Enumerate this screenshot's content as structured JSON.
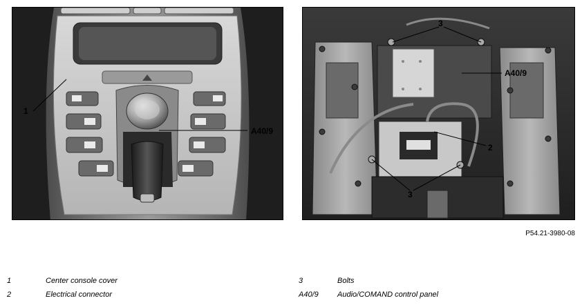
{
  "figures": {
    "left": {
      "callouts": {
        "c1": "1",
        "c2": "A40/9"
      }
    },
    "right": {
      "callouts": {
        "c1": "3",
        "c2": "A40/9",
        "c3": "2",
        "c4": "3"
      }
    }
  },
  "reference_code": "P54.21-3980-08",
  "legend": [
    {
      "num": "1",
      "text": "Center console cover"
    },
    {
      "num": "2",
      "text": "Electrical connector"
    },
    {
      "num": "3",
      "text": "Bolts"
    },
    {
      "num": "A40/9",
      "text": "Audio/COMAND control panel"
    }
  ]
}
